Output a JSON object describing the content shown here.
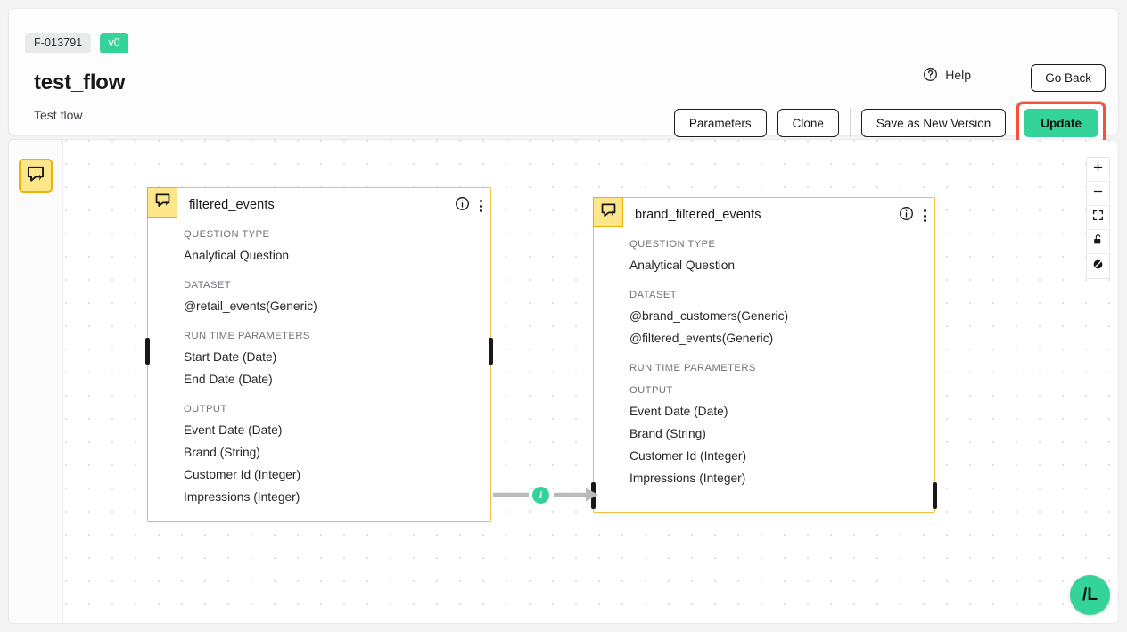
{
  "header": {
    "flow_id": "F-013791",
    "version": "v0",
    "title": "test_flow",
    "subtitle": "Test flow",
    "help_label": "Help",
    "go_back_label": "Go Back",
    "parameters_label": "Parameters",
    "clone_label": "Clone",
    "save_as_new_version_label": "Save as New Version",
    "update_label": "Update",
    "accent_green": "#34d399",
    "highlight_red": "#f4523c"
  },
  "canvas": {
    "palette": {
      "tooltip": "Analytical Question node"
    },
    "edge": {
      "badge_label": "i"
    },
    "zoom_controls": [
      {
        "name": "zoom-in-icon"
      },
      {
        "name": "zoom-out-icon"
      },
      {
        "name": "fit-view-icon"
      },
      {
        "name": "lock-icon"
      },
      {
        "name": "interactivity-off-icon"
      }
    ],
    "fab_label": "/L",
    "nodes": [
      {
        "id": "filtered_events",
        "title": "filtered_events",
        "sections": [
          {
            "label": "QUESTION TYPE",
            "items": [
              "Analytical Question"
            ]
          },
          {
            "label": "DATASET",
            "items": [
              "@retail_events(Generic)"
            ]
          },
          {
            "label": "RUN TIME PARAMETERS",
            "items": [
              "Start Date (Date)",
              "End Date (Date)"
            ]
          },
          {
            "label": "OUTPUT",
            "items": [
              "Event Date (Date)",
              "Brand (String)",
              "Customer Id (Integer)",
              "Impressions (Integer)"
            ]
          }
        ]
      },
      {
        "id": "brand_filtered_events",
        "title": "brand_filtered_events",
        "sections": [
          {
            "label": "QUESTION TYPE",
            "items": [
              "Analytical Question"
            ]
          },
          {
            "label": "DATASET",
            "items": [
              "@brand_customers(Generic)",
              "@filtered_events(Generic)"
            ]
          },
          {
            "label": "RUN TIME PARAMETERS",
            "items": []
          },
          {
            "label": "OUTPUT",
            "items": [
              "Event Date (Date)",
              "Brand (String)",
              "Customer Id (Integer)",
              "Impressions (Integer)"
            ]
          }
        ]
      }
    ]
  }
}
